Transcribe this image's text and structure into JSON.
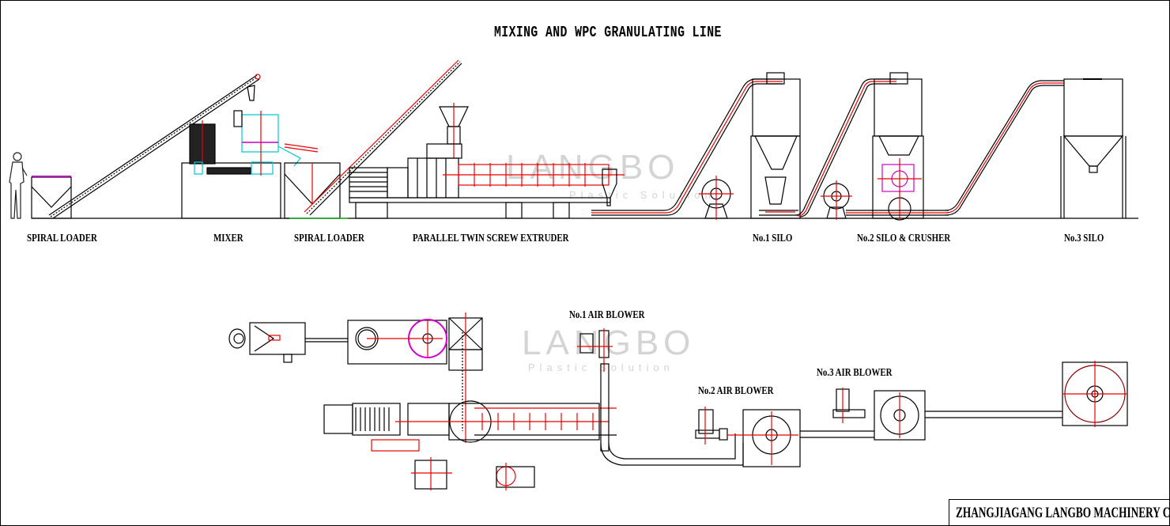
{
  "diagram": {
    "title": "MIXING AND WPC GRANULATING LINE",
    "elevation_labels": [
      "SPIRAL LOADER",
      "MIXER",
      "SPIRAL LOADER",
      "PARALLEL TWIN SCREW EXTRUDER",
      "No.1 SILO",
      "No.2 SILO & CRUSHER",
      "No.3 SILO"
    ],
    "plan_labels": [
      "No.1 AIR BLOWER",
      "No.2 AIR BLOWER",
      "No.3 AIR BLOWER"
    ],
    "watermark": {
      "brand": "LANGBO",
      "tagline": "Plastic Solution"
    },
    "company": "ZHANGJIAGANG LANGBO MACHINERY CO.LTD.",
    "colors": {
      "line": "#000000",
      "centerline": "#e00000",
      "accent_magenta": "#d000d0",
      "accent_cyan": "#00c8d8",
      "accent_green": "#00b000",
      "watermark": "#d4d4d4"
    }
  }
}
